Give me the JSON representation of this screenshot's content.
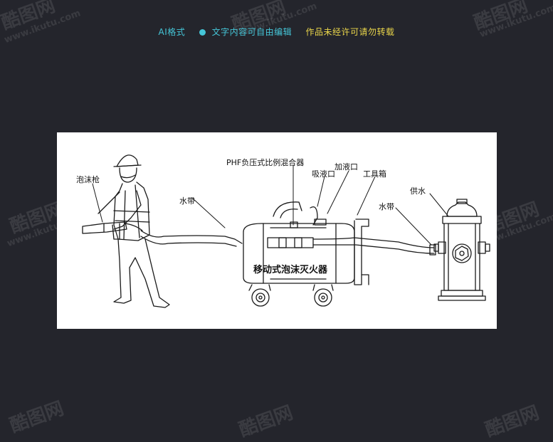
{
  "header": {
    "format_label": "AI格式",
    "editable_label": "文字内容可自由编辑",
    "copyright_label": "作品未经许可请勿转载"
  },
  "watermark": {
    "brand": "酷图网",
    "url": "www.ikutu.com"
  },
  "diagram": {
    "labels": {
      "foam_gun": "泡沫枪",
      "hose_left": "水带",
      "mixer": "PHF负压式比例混合器",
      "suction_port": "吸液口",
      "filling_port": "加液口",
      "toolbox": "工具箱",
      "hose_right": "水带",
      "water_supply": "供水",
      "extinguisher": "移动式泡沫灭火器"
    }
  },
  "colors": {
    "background": "#24252c",
    "header_cyan": "#45c6d8",
    "header_yellow": "#e9d54a",
    "panel": "#ffffff",
    "line": "#1a1a1a"
  }
}
